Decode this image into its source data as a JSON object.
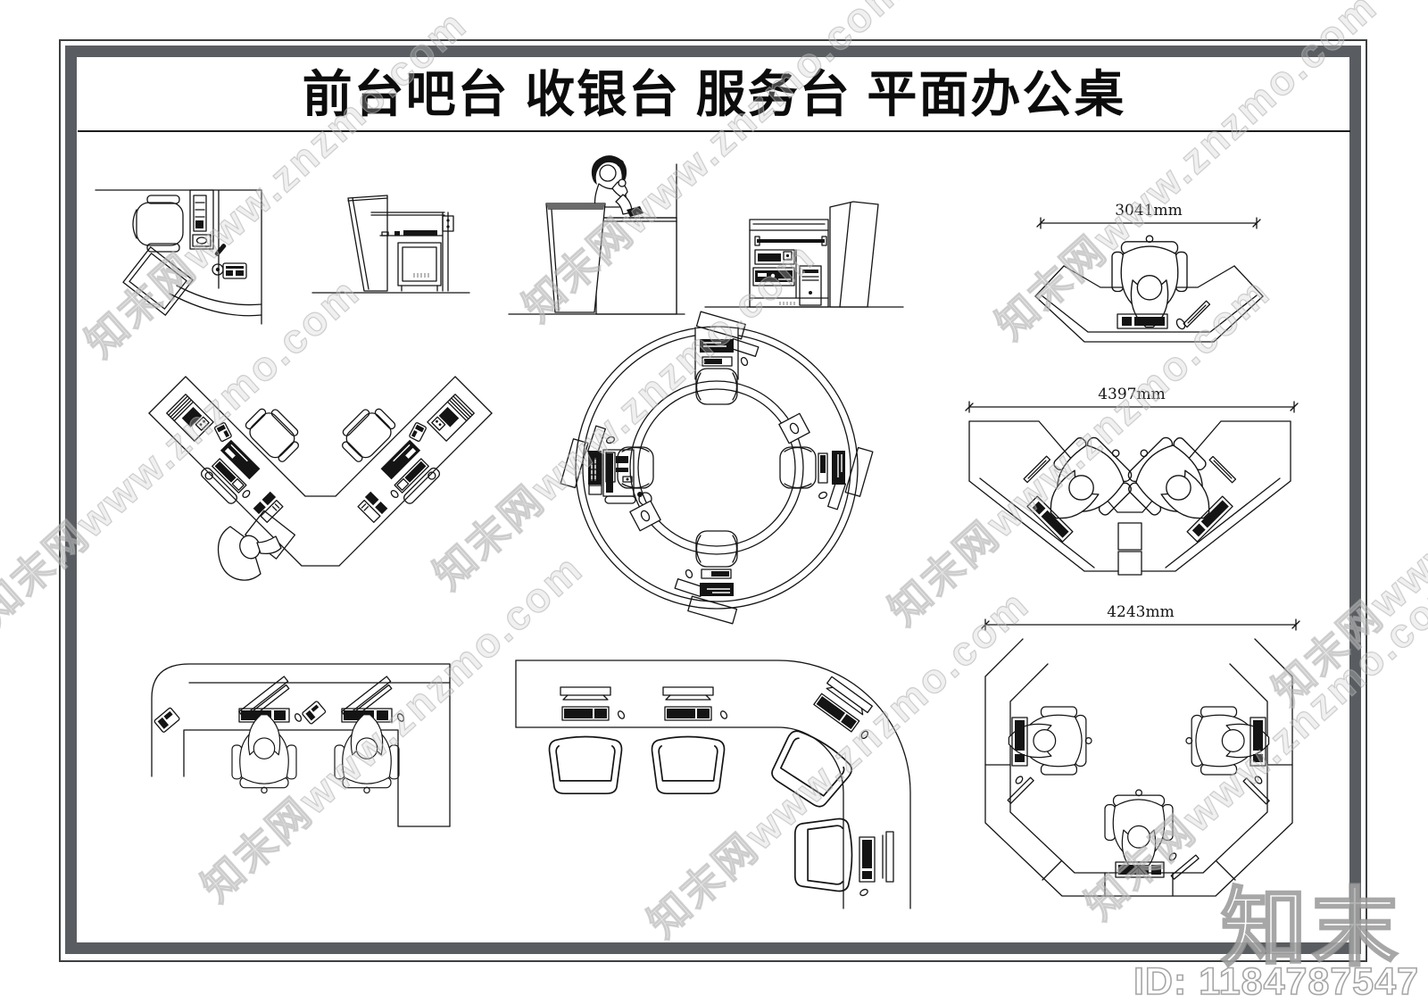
{
  "page": {
    "title": "前台吧台 收银台 服务台 平面办公桌"
  },
  "watermark": {
    "text": "知末网www.znzmo.com",
    "logo_text": "知末",
    "id_label": "ID: 1184787547"
  },
  "drawings": {
    "v_reception_single": {
      "dimension": "3041mm"
    },
    "v_desk_two_seats": {
      "dimension": "4397mm"
    },
    "octagon_desk": {
      "dimension": "4243mm"
    }
  },
  "colors": {
    "background": "#ffffff",
    "line": "#141414",
    "frame_gray": "#595d61",
    "watermark_gray": "#c9c9c9"
  }
}
